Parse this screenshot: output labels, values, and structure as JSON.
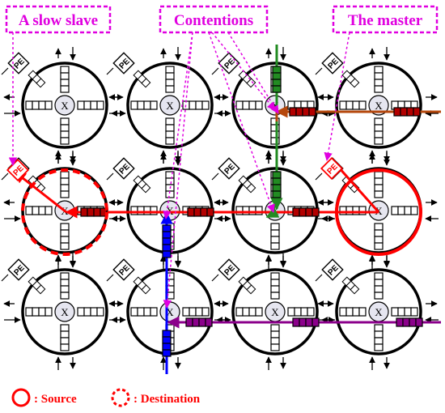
{
  "callouts": {
    "slow_slave": "A slow slave",
    "contentions": "Contentions",
    "master": "The master"
  },
  "router_center_label": "X",
  "pe_label": "PE",
  "legend": {
    "source": ": Source",
    "destination": ": Destination"
  },
  "colors": {
    "magenta": "#e000e0",
    "red": "#ff0000",
    "darkred": "#b30000",
    "green": "#228b22",
    "blue": "#0000ff",
    "purple": "#8b008b",
    "brown": "#b5470b",
    "black": "#000000"
  }
}
